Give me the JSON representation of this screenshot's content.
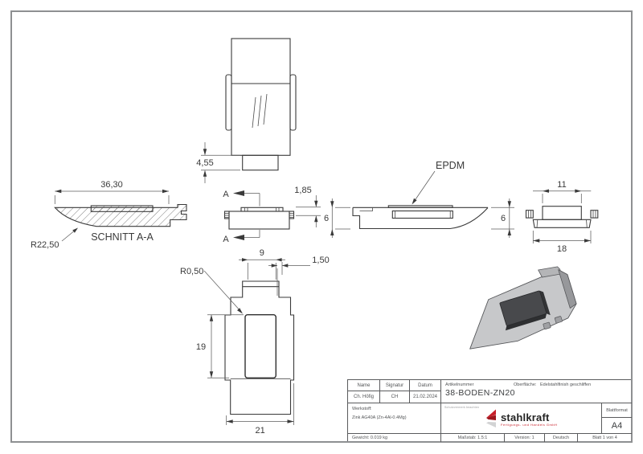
{
  "dims": {
    "front_height": "4,55",
    "section_width": "36,30",
    "section_radius": "R22,50",
    "section_label": "SCHNITT A-A",
    "side_marker_top": "A",
    "side_marker_bottom": "A",
    "side_strip_height": "1,85",
    "profile_label": "EPDM",
    "profile_height_left": "6",
    "profile_height_right": "6",
    "end_top_width": "11",
    "end_bottom_width": "18",
    "plan_pad_width": "9",
    "plan_offset": "1,50",
    "plan_radius": "R0,50",
    "plan_pad_height": "19",
    "plan_width": "21"
  },
  "title_block": {
    "name_label": "Name",
    "signature_label": "Signatur",
    "date_label": "Datum",
    "name": "Ch. Höfig",
    "signature": "CH",
    "date": "21.02.2024",
    "article_label": "Artikelnummer",
    "article": "38-BODEN-ZN20",
    "surface_label": "Oberfläche:",
    "surface": "Edelstahlfinish geschliffen",
    "material_label": "Werkstoff:",
    "material": "Zink AG40A (Zn-4Al-0.4Mg)",
    "weight": "Gewicht: 0.019 kg",
    "scale": "Maßstab: 1.5:1",
    "version": "Version: 1",
    "language": "Deutsch",
    "sheet_of": "Blatt 1 von 4",
    "format_label": "Blattformat",
    "format": "A4",
    "note": "Schutzvermerk beachten",
    "logo_text": "stahlkraft",
    "logo_subtitle": "Fertigungs- und Handels GmbH",
    "logo_red": "#c8202a"
  }
}
